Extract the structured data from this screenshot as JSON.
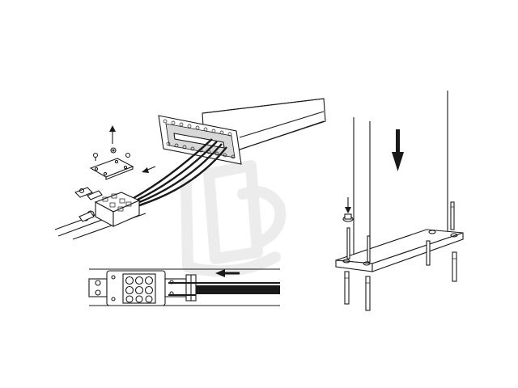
{
  "figure": {
    "panels": [
      {
        "id": "junction-box-installation"
      },
      {
        "id": "junction-box-top-view"
      },
      {
        "id": "column-base-anchoring"
      }
    ],
    "colors": {
      "line": "#1a1a1a",
      "background": "#ffffff",
      "watermark": "#ececec",
      "insert": "#d8d8d8"
    },
    "icons": [
      "arrow-up-icon",
      "arrow-down-icon",
      "arrow-left-icon",
      "screw-icon",
      "anchor-bolt-icon",
      "watermark-logo"
    ]
  }
}
